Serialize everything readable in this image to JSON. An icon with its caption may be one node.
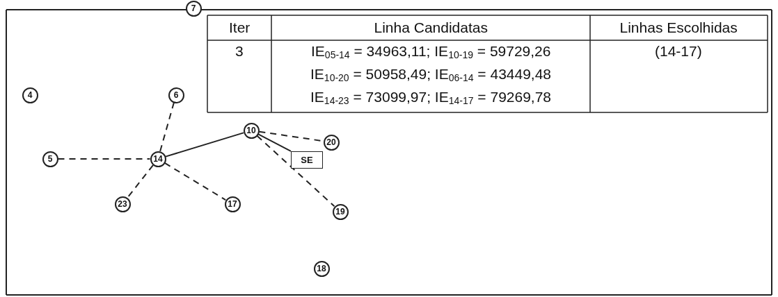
{
  "diagram": {
    "nodes": [
      {
        "text": [
          "7"
        ]
      },
      {
        "text": [
          "4"
        ]
      },
      {
        "text": [
          "6"
        ]
      },
      {
        "text": [
          "10"
        ]
      },
      {
        "text": [
          "20"
        ]
      },
      {
        "text": [
          "5"
        ]
      },
      {
        "text": [
          "14"
        ]
      },
      {
        "text": [
          "SE"
        ]
      },
      {
        "text": [
          "23"
        ]
      },
      {
        "text": [
          "17"
        ]
      },
      {
        "text": [
          "19"
        ]
      },
      {
        "text": [
          "18"
        ]
      }
    ],
    "edges": [
      {
        "from": 6,
        "to": 2,
        "arrow": "none",
        "style": "dashed"
      },
      {
        "from": 5,
        "to": 6,
        "arrow": "none",
        "style": "dashed"
      },
      {
        "from": 6,
        "to": 3,
        "arrow": "none"
      },
      {
        "from": 3,
        "to": 4,
        "arrow": "none",
        "style": "dashed"
      },
      {
        "from": 3,
        "to": 7,
        "arrow": "none"
      },
      {
        "from": 6,
        "to": 8,
        "arrow": "none",
        "style": "dashed"
      },
      {
        "from": 6,
        "to": 9,
        "arrow": "none",
        "style": "dashed"
      },
      {
        "from": 3,
        "to": 10,
        "arrow": "none",
        "style": "dashed"
      }
    ],
    "labels": [
      "Iter",
      "Linha Candidatas",
      "Linhas Escolhidas",
      "3",
      "IE$_{05-14}$ = 34963,11; IE$_{10-19}$ = 59729,26",
      "IE$_{10-20}$ = 50958,49; IE$_{06-14}$ = 43449,48",
      "IE$_{14-23}$ = 73099,97; IE$_{14-17}$ = 79269,78",
      "(14-17)"
    ]
  }
}
